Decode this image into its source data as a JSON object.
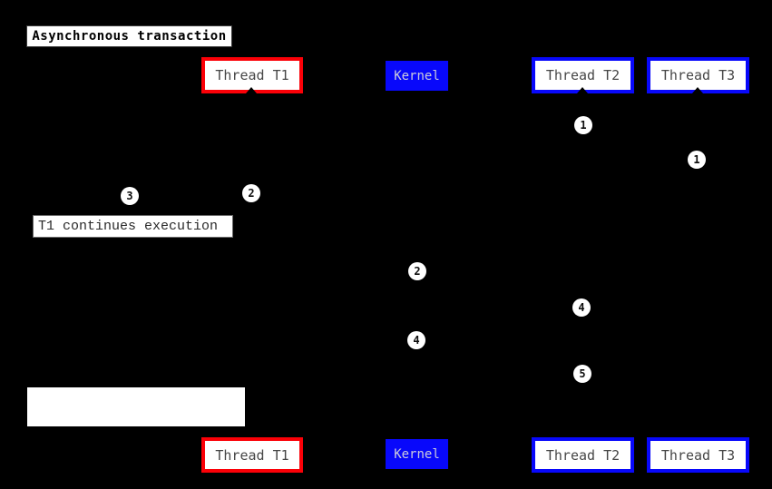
{
  "diagram": {
    "kind": "sequence-diagram",
    "title": {
      "label": "Asynchronous transaction"
    },
    "colors": {
      "background": "#000000",
      "thread_t1_border": "#fb0007",
      "thread_t2_t3_border": "#0808fb",
      "kernel_fill": "#0808fb",
      "kernel_text": "#ccccdc",
      "participant_bg": "#ffffff",
      "participant_text": "#474747",
      "marker_bg": "#ffffff",
      "marker_text": "#0d0d0d"
    },
    "participants": [
      {
        "label": "Thread T1",
        "variant": "red-border"
      },
      {
        "label": "Kernel",
        "variant": "blue-fill"
      },
      {
        "label": "Thread T2",
        "variant": "blue-border"
      },
      {
        "label": "Thread T3",
        "variant": "blue-border"
      }
    ],
    "notes": {
      "mid": "T1 continues execution",
      "bottom_empty": ""
    },
    "markers": [
      {
        "label": "1",
        "near": "thread-t2-lifeline"
      },
      {
        "label": "1",
        "near": "thread-t3-lifeline"
      },
      {
        "label": "2",
        "near": "thread-t1-lifeline"
      },
      {
        "label": "3",
        "near": "left-of-thread-t1"
      },
      {
        "label": "2",
        "near": "kernel-lifeline"
      },
      {
        "label": "4",
        "near": "thread-t2-lifeline"
      },
      {
        "label": "4",
        "near": "kernel-lifeline"
      },
      {
        "label": "5",
        "near": "thread-t2-lifeline"
      }
    ]
  }
}
